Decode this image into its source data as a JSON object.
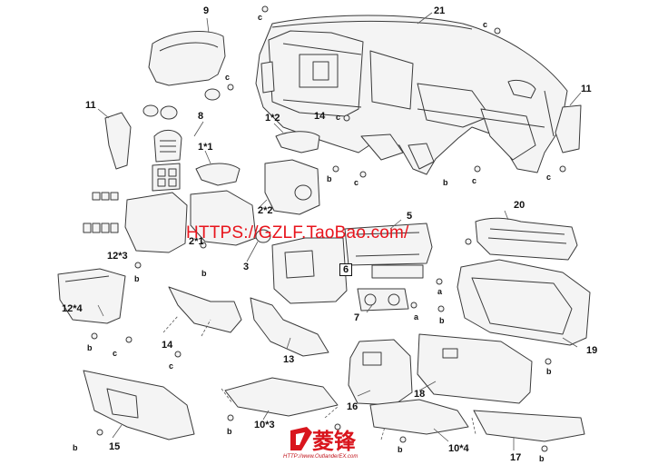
{
  "colors": {
    "line": "#3a3a3a",
    "fill": "#f4f4f4",
    "watermark": "#e8141c"
  },
  "callouts": [
    {
      "id": "c9",
      "text": "9"
    },
    {
      "id": "c21",
      "text": "21"
    },
    {
      "id": "c11a",
      "text": "11"
    },
    {
      "id": "c11b",
      "text": "11"
    },
    {
      "id": "c8",
      "text": "8"
    },
    {
      "id": "c14a",
      "text": "14"
    },
    {
      "id": "c1s2",
      "text": "1*2"
    },
    {
      "id": "c1s1",
      "text": "1*1"
    },
    {
      "id": "c2s2",
      "text": "2*2"
    },
    {
      "id": "c2s1",
      "text": "2*1"
    },
    {
      "id": "c12s3",
      "text": "12*3"
    },
    {
      "id": "c3",
      "text": "3"
    },
    {
      "id": "c5",
      "text": "5"
    },
    {
      "id": "c20",
      "text": "20"
    },
    {
      "id": "c6",
      "text": "6"
    },
    {
      "id": "c7",
      "text": "7"
    },
    {
      "id": "c12s4",
      "text": "12*4"
    },
    {
      "id": "c14b",
      "text": "14"
    },
    {
      "id": "c13",
      "text": "13"
    },
    {
      "id": "c19",
      "text": "19"
    },
    {
      "id": "c18",
      "text": "18"
    },
    {
      "id": "c16",
      "text": "16"
    },
    {
      "id": "c15",
      "text": "15"
    },
    {
      "id": "c10s3",
      "text": "10*3"
    },
    {
      "id": "c10s4",
      "text": "10*4"
    },
    {
      "id": "c17",
      "text": "17"
    }
  ],
  "fastener_letters": {
    "c": "c",
    "b": "b",
    "a": "a"
  },
  "watermark_text": "HTTPS://GZLF.TaoBao.com/",
  "logo": {
    "text": "菱锋",
    "url": "HTTP://www.OutlanderEX.com"
  }
}
